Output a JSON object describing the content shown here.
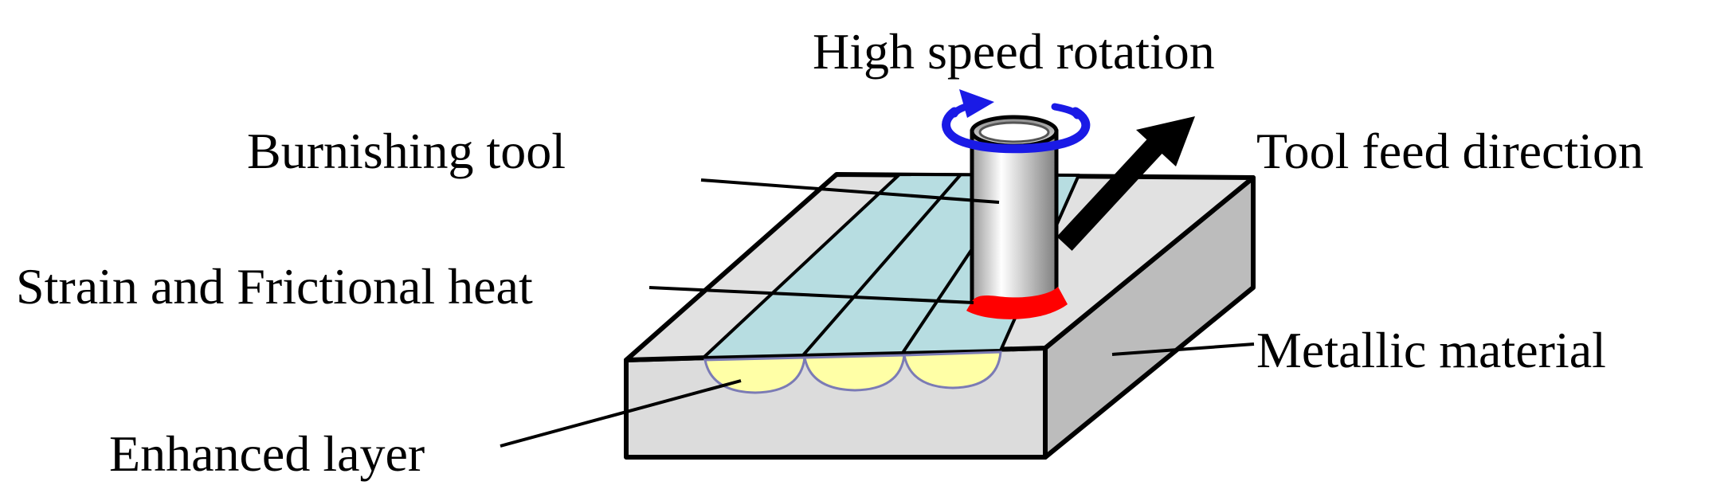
{
  "diagram": {
    "labels": {
      "rotation": "High speed rotation",
      "tool": "Burnishing tool",
      "feed": "Tool feed direction",
      "strain": "Strain and Frictional heat",
      "material": "Metallic material",
      "enhanced": "Enhanced layer"
    },
    "colors": {
      "block_top": "#E1E1E1",
      "block_front": "#DCDCDC",
      "block_side": "#BCBCBC",
      "processed_strip": "#B7DDE1",
      "enhanced_layer": "#FFFFA6",
      "enhanced_outline": "#7B7BB5",
      "tool_body": "#D0D0D0",
      "heat_zone": "#FF0000",
      "rotation_arrow": "#1A1AE6",
      "feed_arrow": "#000000"
    },
    "icons": {
      "rotation": "circular-arrow-icon",
      "feed": "straight-arrow-icon"
    }
  }
}
